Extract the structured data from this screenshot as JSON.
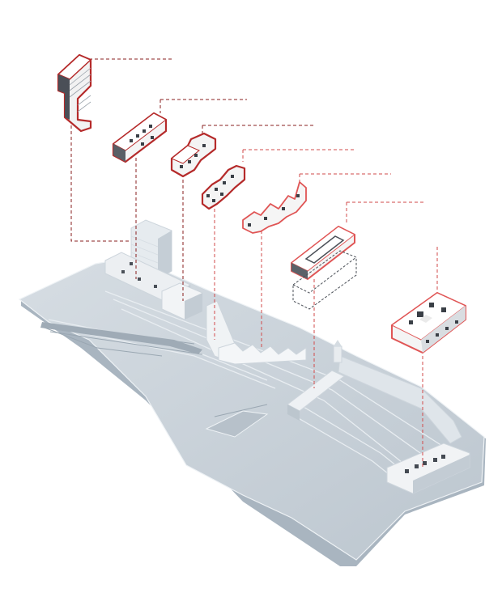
{
  "diagram": {
    "kind": "exploded axonometric site model",
    "colors": {
      "background": "#ffffff",
      "model_top": "#c9d2da",
      "model_side": "#a9b5c0",
      "model_edge": "#eef2f5",
      "building_face": "#f3f3f3",
      "building_shadow": "#b9c2ca",
      "outline": "#b52a2a",
      "leader_dark": "#8a1f1f",
      "leader_light": "#e05555",
      "window": "#3a3f46"
    },
    "exploded_buildings": [
      {
        "id": "tower-slab"
      },
      {
        "id": "long-block"
      },
      {
        "id": "cluster-block"
      },
      {
        "id": "stepped-tower"
      },
      {
        "id": "zigzag-terrace"
      },
      {
        "id": "courtyard-bar"
      },
      {
        "id": "station-hall"
      }
    ]
  }
}
